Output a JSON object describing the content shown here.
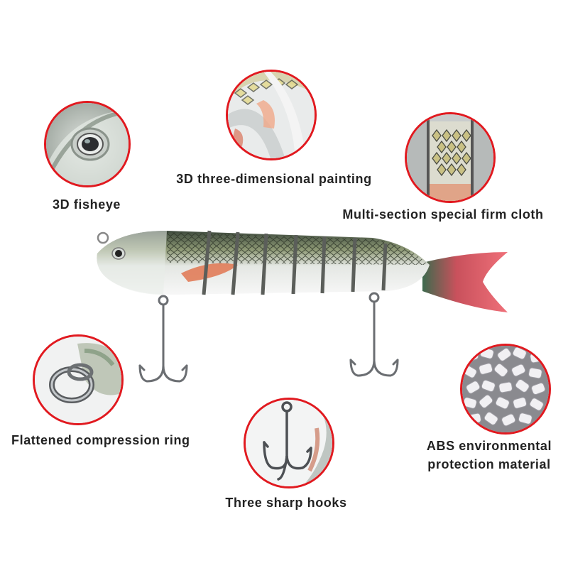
{
  "features": [
    {
      "id": "fisheye",
      "label": "3D fisheye",
      "icon": "fish-eye-closeup-icon"
    },
    {
      "id": "painting",
      "label": "3D three-dimensional painting",
      "icon": "painted-scales-closeup-icon"
    },
    {
      "id": "cloth",
      "label": "Multi-section special firm cloth",
      "icon": "segment-joint-closeup-icon"
    },
    {
      "id": "ring",
      "label": "Flattened compression ring",
      "icon": "split-ring-closeup-icon"
    },
    {
      "id": "hooks",
      "label": "Three sharp hooks",
      "icon": "treble-hook-closeup-icon"
    },
    {
      "id": "abs",
      "label_line1": "ABS environmental",
      "label_line2": "protection material",
      "icon": "abs-pellets-closeup-icon"
    }
  ],
  "product": {
    "name": "multi-jointed swimbait lure",
    "segments": 8,
    "hooks": 2
  },
  "colors": {
    "accent_ring": "#e1191f",
    "text": "#222222",
    "tail": "#e8606a"
  }
}
